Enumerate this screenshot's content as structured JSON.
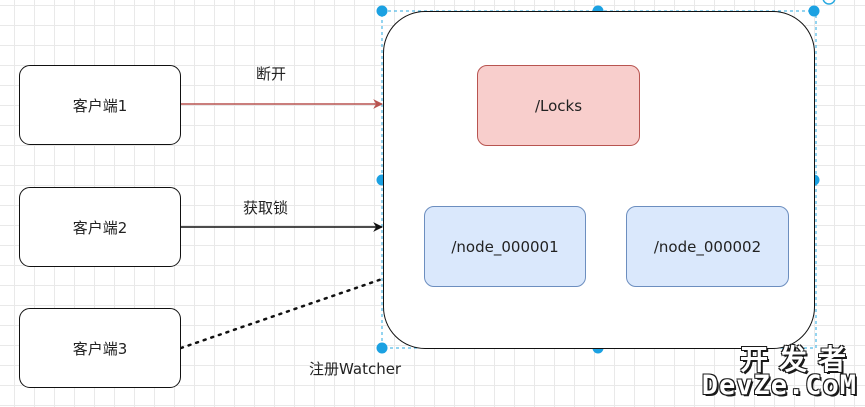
{
  "clients": [
    {
      "label": "客户端1"
    },
    {
      "label": "客户端2"
    },
    {
      "label": "客户端3"
    }
  ],
  "tree": {
    "root": "/Locks",
    "children": [
      "/node_000001",
      "/node_000002"
    ]
  },
  "edges": {
    "disconnect": "断开",
    "acquire": "获取锁",
    "watch": "注册Watcher"
  },
  "watermark": {
    "line1": "开发者",
    "line2": "DevZe.CoM"
  },
  "colors": {
    "disconnect_arrow": "#b85450",
    "acquire_arrow": "#111111",
    "selection_handles": "#1ba1e2",
    "locks_fill": "#f8cecc",
    "node_fill": "#dae8fc"
  }
}
